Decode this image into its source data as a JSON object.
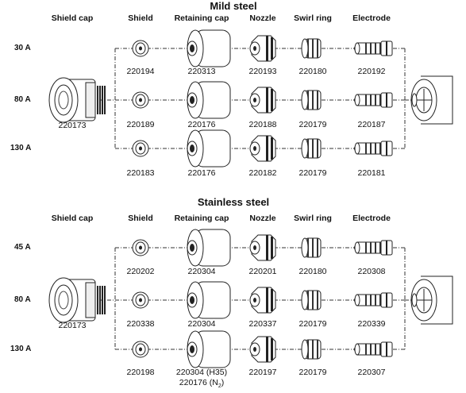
{
  "sections": [
    {
      "title": "Mild steel",
      "headers": {
        "shield_cap": "Shield cap",
        "shield": "Shield",
        "retaining_cap": "Retaining cap",
        "nozzle": "Nozzle",
        "swirl_ring": "Swirl ring",
        "electrode": "Electrode"
      },
      "shield_cap_part": "220173",
      "rows": [
        {
          "amps": "30 A",
          "shield": "220194",
          "retaining_cap": "220313",
          "nozzle": "220193",
          "swirl_ring": "220180",
          "electrode": "220192"
        },
        {
          "amps": "80 A",
          "shield": "220189",
          "retaining_cap": "220176",
          "nozzle": "220188",
          "swirl_ring": "220179",
          "electrode": "220187"
        },
        {
          "amps": "130 A",
          "shield": "220183",
          "retaining_cap": "220176",
          "nozzle": "220182",
          "swirl_ring": "220179",
          "electrode": "220181"
        }
      ]
    },
    {
      "title": "Stainless steel",
      "headers": {
        "shield_cap": "Shield cap",
        "shield": "Shield",
        "retaining_cap": "Retaining cap",
        "nozzle": "Nozzle",
        "swirl_ring": "Swirl ring",
        "electrode": "Electrode"
      },
      "shield_cap_part": "220173",
      "rows": [
        {
          "amps": "45 A",
          "shield": "220202",
          "retaining_cap": "220304",
          "nozzle": "220201",
          "swirl_ring": "220180",
          "electrode": "220308"
        },
        {
          "amps": "80 A",
          "shield": "220338",
          "retaining_cap": "220304",
          "nozzle": "220337",
          "swirl_ring": "220179",
          "electrode": "220339"
        },
        {
          "amps": "130 A",
          "shield": "220198",
          "retaining_cap": "220304 (H35)",
          "retaining_cap_alt": "220176 (N",
          "retaining_cap_alt_sub": "2",
          "retaining_cap_alt_close": ")",
          "nozzle": "220197",
          "swirl_ring": "220179",
          "electrode": "220307"
        }
      ]
    }
  ]
}
